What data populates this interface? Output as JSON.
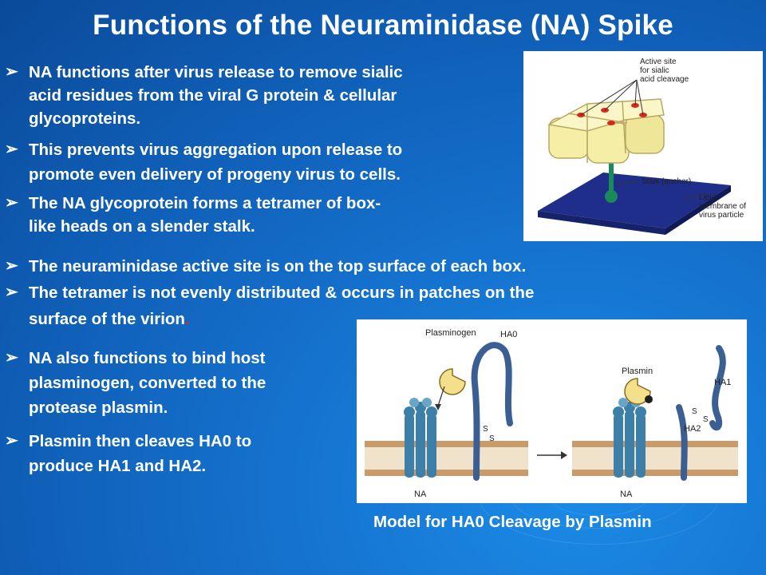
{
  "title": "Functions of the Neuraminidase (NA) Spike",
  "bullets": [
    {
      "lines": [
        "NA functions after virus release to remove sialic",
        "acid residues from the viral G protein & cellular",
        "glycoproteins."
      ]
    },
    {
      "lines": [
        "This prevents virus aggregation upon release to",
        "promote even delivery of progeny virus to cells."
      ]
    },
    {
      "lines": [
        "The NA glycoprotein forms a tetramer of box-",
        "like heads on a slender stalk."
      ]
    },
    {
      "lines": [
        "The neuraminidase active site is on the top surface of each box."
      ]
    },
    {
      "lines": [
        "The tetramer is not evenly distributed & occurs  in  patches on the",
        "surface of the virion"
      ],
      "trailing_red": "."
    },
    {
      "lines": [
        "NA also functions to bind host",
        "plasminogen, converted to the",
        "protease plasmin."
      ]
    },
    {
      "lines": [
        "Plasmin then cleaves HA0 to",
        "produce HA1 and HA2."
      ]
    }
  ],
  "figure1": {
    "active_site_label": [
      "Active site",
      "for sialic",
      "acid cleavage"
    ],
    "stalk_label": "Stalk (anchor)",
    "membrane_label": [
      "Lipid",
      "membrane of",
      "virus particle"
    ]
  },
  "figure2": {
    "plasminogen": "Plasminogen",
    "ha0": "HA0",
    "plasmin": "Plasmin",
    "ha1": "HA1",
    "ha2": "HA2",
    "na_left": "NA",
    "na_right": "NA",
    "s": "S"
  },
  "caption": "Model for HA0 Cleavage by Plasmin",
  "colors": {
    "background": "#1573cf",
    "accent_red": "#e0281e"
  }
}
